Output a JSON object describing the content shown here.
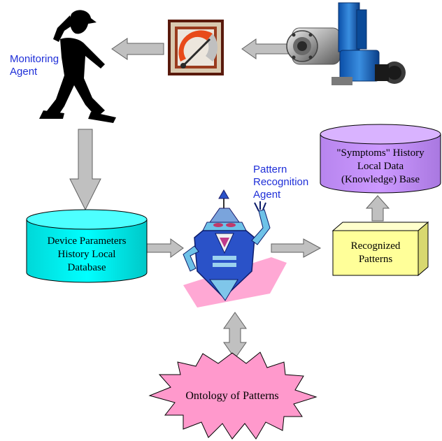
{
  "agents": {
    "monitoring": {
      "line1": "Monitoring",
      "line2": "Agent"
    },
    "pattern_recognition": {
      "line1": "Pattern",
      "line2": "Recognition",
      "line3": "Agent"
    }
  },
  "stores": {
    "device_db": {
      "line1": "Device Parameters",
      "line2": "History Local",
      "line3": "Database"
    },
    "symptoms_kb": {
      "line1": "\"Symptoms\" History",
      "line2": "Local Data",
      "line3": "(Knowledge) Base"
    }
  },
  "recognized_patterns": {
    "line1": "Recognized",
    "line2": "Patterns"
  },
  "ontology": {
    "label": "Ontology of Patterns"
  },
  "colors": {
    "agent_text": "#1f2fd8",
    "device_db_fill": "#00ffff",
    "symptoms_kb_fill": "#cc99ff",
    "recognized_box_fill": "#ffff99",
    "ontology_fill": "#ff99cc",
    "arrow_fill": "#c0c0c0"
  },
  "icons": {
    "monitoring_agent": "thinking-man-icon",
    "gauge": "pressure-gauge-icon",
    "device": "valve-actuator-icon",
    "robot": "pattern-robot-icon"
  }
}
